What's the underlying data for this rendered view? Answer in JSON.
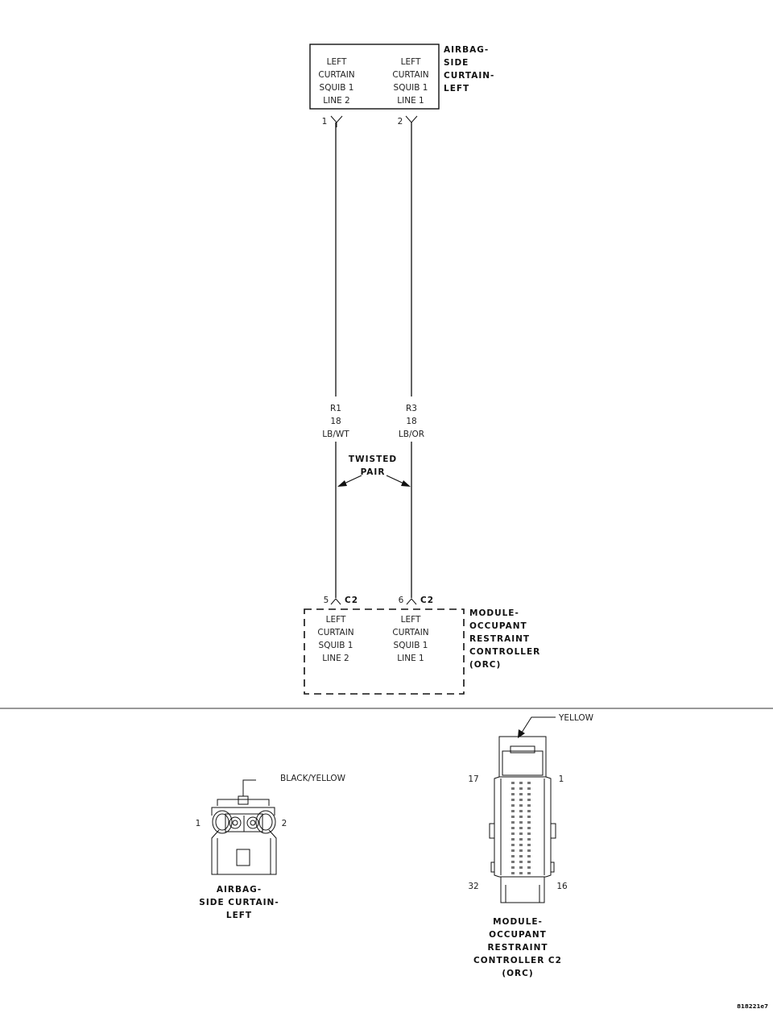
{
  "top_connector": {
    "title_lines": [
      "AIRBAG-",
      "SIDE",
      "CURTAIN-",
      "LEFT"
    ],
    "pin_a": {
      "lines": [
        "LEFT",
        "CURTAIN",
        "SQUIB 1",
        "LINE 2"
      ],
      "pin": "1"
    },
    "pin_b": {
      "lines": [
        "LEFT",
        "CURTAIN",
        "SQUIB 1",
        "LINE 1"
      ],
      "pin": "2"
    }
  },
  "wires": [
    {
      "circuit": "R1",
      "gauge": "18",
      "color": "LB/WT"
    },
    {
      "circuit": "R3",
      "gauge": "18",
      "color": "LB/OR"
    }
  ],
  "twisted_pair_lines": [
    "TWISTED",
    "PAIR"
  ],
  "bottom_module": {
    "title_lines": [
      "MODULE-",
      "OCCUPANT",
      "RESTRAINT",
      "CONTROLLER",
      "(ORC)"
    ],
    "pin_a": {
      "lines": [
        "LEFT",
        "CURTAIN",
        "SQUIB 1",
        "LINE 2"
      ],
      "pin": "5",
      "connector": "C2"
    },
    "pin_b": {
      "lines": [
        "LEFT",
        "CURTAIN",
        "SQUIB 1",
        "LINE 1"
      ],
      "pin": "6",
      "connector": "C2"
    }
  },
  "connector_views": {
    "airbag": {
      "color_label": "BLACK/YELLOW",
      "pin_left": "1",
      "pin_right": "2",
      "caption_lines": [
        "AIRBAG-",
        "SIDE CURTAIN-",
        "LEFT"
      ]
    },
    "orc": {
      "color_label": "YELLOW",
      "pin_top_left": "17",
      "pin_top_right": "1",
      "pin_bottom_left": "32",
      "pin_bottom_right": "16",
      "caption_lines": [
        "MODULE-",
        "OCCUPANT",
        "RESTRAINT",
        "CONTROLLER C2",
        "(ORC)"
      ]
    }
  },
  "figure_code": "818221e7"
}
